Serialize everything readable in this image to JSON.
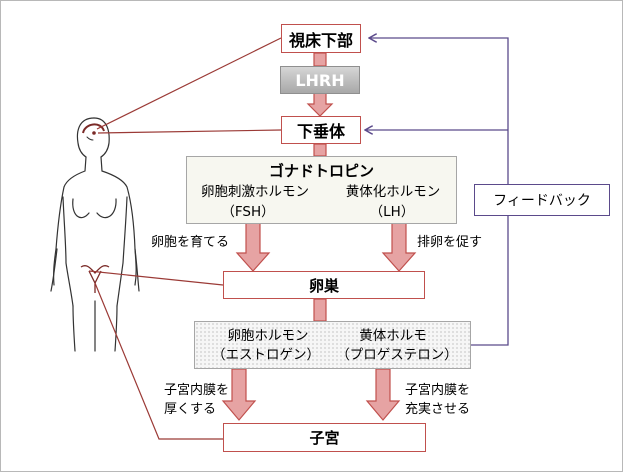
{
  "nodes": {
    "hypothalamus": "視床下部",
    "lhrh": "LHRH",
    "pituitary": "下垂体",
    "ovary": "卵巣",
    "uterus": "子宮"
  },
  "gonadotropin": {
    "title": "ゴナドトロピン",
    "fsh_name": "卵胞刺激ホルモン",
    "fsh_abbr": "（FSH）",
    "lh_name": "黄体化ホルモン",
    "lh_abbr": "（LH）"
  },
  "ovarian_hormones": {
    "estrogen_name": "卵胞ホルモン",
    "estrogen_abbr": "（エストロゲン）",
    "progesterone_name": "黄体ホルモ",
    "progesterone_abbr": "（プロゲステロン）"
  },
  "labels": {
    "grow_follicle": "卵胞を育てる",
    "promote_ovulation": "排卵を促す",
    "thicken_1": "子宮内膜を",
    "thicken_2": "厚くする",
    "enrich_1": "子宮内膜を",
    "enrich_2": "充実させる"
  },
  "feedback": "フィードバック",
  "colors": {
    "box_border": "#c0504d",
    "arrow_fill": "#e6a3a3",
    "arrow_stroke": "#c0504d",
    "body_line": "#9b3a36",
    "feedback_line": "#5b4a8b"
  }
}
